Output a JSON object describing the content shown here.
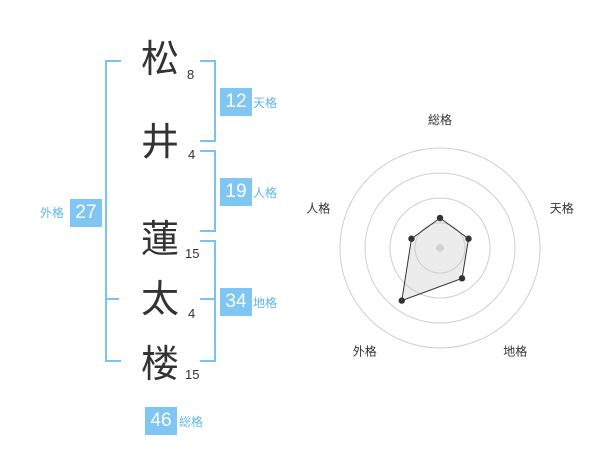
{
  "name_chars": [
    {
      "char": "松",
      "strokes": "8"
    },
    {
      "char": "井",
      "strokes": "4"
    },
    {
      "char": "蓮",
      "strokes": "15"
    },
    {
      "char": "太",
      "strokes": "4"
    },
    {
      "char": "楼",
      "strokes": "15"
    }
  ],
  "kaku": {
    "tenkaku": {
      "value": "12",
      "label": "天格"
    },
    "jinkaku": {
      "value": "19",
      "label": "人格"
    },
    "chikaku": {
      "value": "34",
      "label": "地格"
    },
    "gaikaku": {
      "value": "27",
      "label": "外格"
    },
    "soukaku": {
      "value": "46",
      "label": "総格"
    }
  },
  "colors": {
    "accent": "#7fc6f3",
    "line": "#7cc2f0",
    "label": "#5fb6ee",
    "text": "#333333"
  },
  "chart_data": {
    "type": "radar",
    "axes": [
      "総格",
      "天格",
      "地格",
      "外格",
      "人格"
    ],
    "values": [
      1.2,
      1.2,
      1.5,
      2.6,
      1.2
    ],
    "rings": 4,
    "max": 4
  }
}
